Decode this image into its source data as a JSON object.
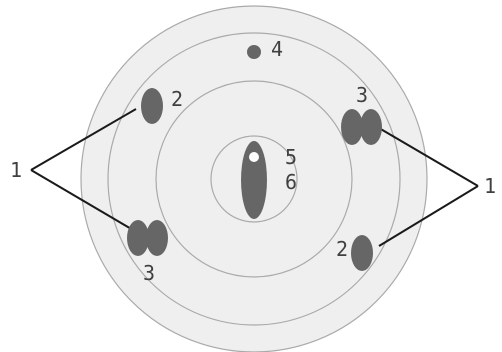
{
  "colors": {
    "background": "#ffffff",
    "disc_fill": "#efefef",
    "ring_stroke": "#aaaaaa",
    "shape_fill": "#666666",
    "highlight": "#ffffff",
    "leader_line": "#1a1a1a",
    "label_text": "#404040"
  },
  "labels": {
    "one_left": "1",
    "one_right": "1",
    "two_top_left": "2",
    "two_bottom_right": "2",
    "three_top_right": "3",
    "three_bottom_left": "3",
    "four": "4",
    "five": "5",
    "six": "6"
  }
}
